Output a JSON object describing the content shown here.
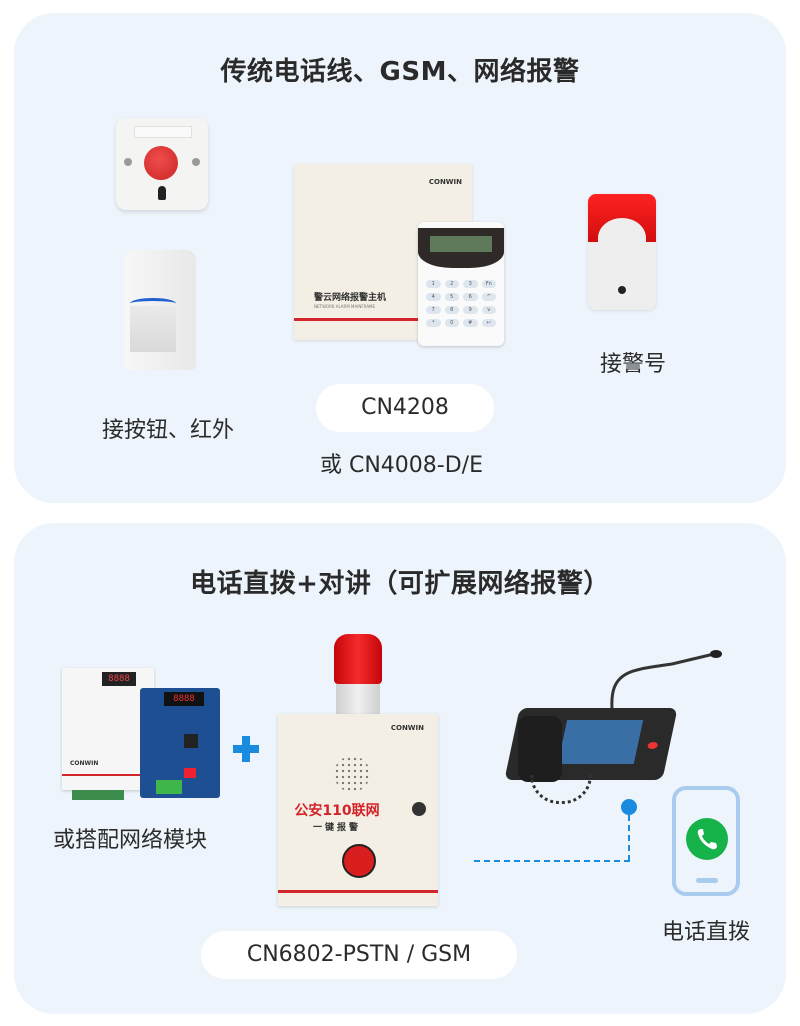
{
  "section1": {
    "title": "传统电话线、GSM、网络报警",
    "devices": [
      {
        "name": "panic-button",
        "label": "接按钮、红外"
      },
      {
        "name": "alarm-host",
        "brand": "CONWIN",
        "panel_title": "警云网络报警主机",
        "panel_subtitle": "NETWORK ALARM MAINFRAME",
        "model": "CN4208",
        "alt_model": "或 CN4008-D/E"
      },
      {
        "name": "siren",
        "label": "接警号"
      }
    ],
    "keypad_keys": [
      "1",
      "2",
      "3",
      "Fn",
      "4",
      "5",
      "6",
      "^",
      "7",
      "8",
      "9",
      "v",
      "*",
      "0",
      "#",
      "↩"
    ]
  },
  "section2": {
    "title": "电话直拨+对讲（可扩展网络报警）",
    "network_module": {
      "label": "或搭配网络模块",
      "display": "8888",
      "brand": "CONWIN"
    },
    "alarm_box": {
      "brand": "CONWIN",
      "text_main": "公安110联网",
      "text_sub": "一键报警",
      "model": "CN6802-PSTN / GSM"
    },
    "phone": {
      "label": "电话直拨"
    },
    "colors": {
      "accent": "#1a8ce0",
      "alarm_red": "#d2232a",
      "call_green": "#16b24a",
      "card_bg": "#edf4fb"
    }
  }
}
